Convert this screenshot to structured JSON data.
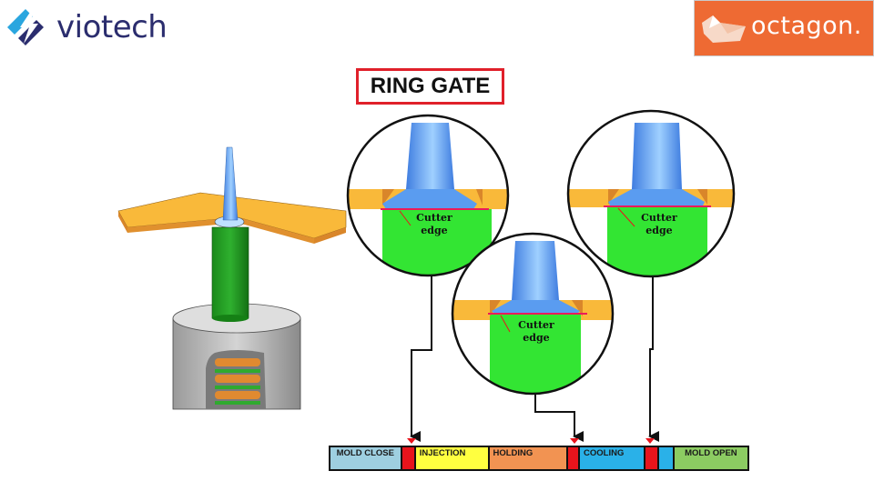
{
  "header": {
    "left_logo": {
      "text": "viotech",
      "icon": "lightning-bolt-diamond-icon",
      "colors": {
        "light": "#2aa6df",
        "dark": "#2b2d6e"
      }
    },
    "right_logo": {
      "text": "octagon.",
      "icon": "polygon-bowl-icon",
      "background": "#ee6a33"
    }
  },
  "title": "RING GATE",
  "callouts": [
    {
      "label_line1": "Cutter",
      "label_line2": "edge",
      "stage": "before-injection"
    },
    {
      "label_line1": "Cutter",
      "label_line2": "edge",
      "stage": "before-cooling"
    },
    {
      "label_line1": "Cutter",
      "label_line2": "edge",
      "stage": "before-mold-open"
    }
  ],
  "timeline": {
    "segments": [
      {
        "label": "MOLD CLOSE",
        "color": "#9ecfe0",
        "flex": 84,
        "align": "center"
      },
      {
        "label": "",
        "color": "#e8141c",
        "flex": 10,
        "marker": true
      },
      {
        "label": "INJECTION",
        "color": "#ffff40",
        "flex": 82,
        "align": "left"
      },
      {
        "label": "HOLDING",
        "color": "#f29352",
        "flex": 88,
        "align": "left"
      },
      {
        "label": "",
        "color": "#e8141c",
        "flex": 8,
        "marker": true
      },
      {
        "label": "COOLING",
        "color": "#2ab1e8",
        "flex": 72,
        "align": "left"
      },
      {
        "label": "",
        "color": "#e8141c",
        "flex": 10,
        "marker": true
      },
      {
        "label": "",
        "color": "#2ab1e8",
        "flex": 12
      },
      {
        "label": "MOLD OPEN",
        "color": "#8ccc62",
        "flex": 88,
        "align": "center"
      }
    ]
  },
  "colors": {
    "runner": "#f9b93a",
    "runner_edge": "#d9862a",
    "sprue": "#5a9cf0",
    "part": "#33e533",
    "cut_line": "#ea1b5a",
    "arrow": "#e8141c"
  }
}
